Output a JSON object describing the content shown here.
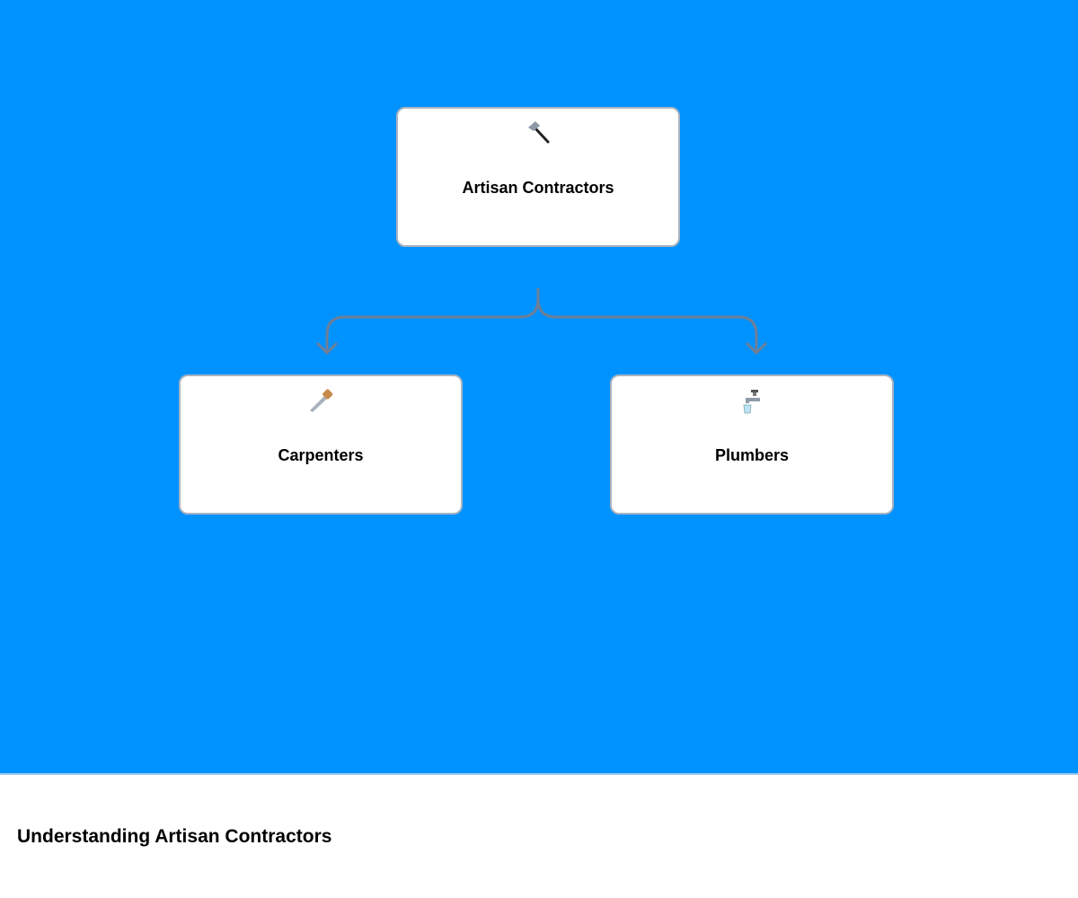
{
  "diagram": {
    "root": {
      "label": "Artisan Contractors",
      "icon": "hammer-icon"
    },
    "children": [
      {
        "label": "Carpenters",
        "icon": "saw-icon"
      },
      {
        "label": "Plumbers",
        "icon": "faucet-icon"
      }
    ],
    "colors": {
      "background": "#0092ff",
      "link": "#6e7f97",
      "node_border": "#a9b3c2"
    }
  },
  "section": {
    "heading": "Understanding Artisan Contractors"
  }
}
